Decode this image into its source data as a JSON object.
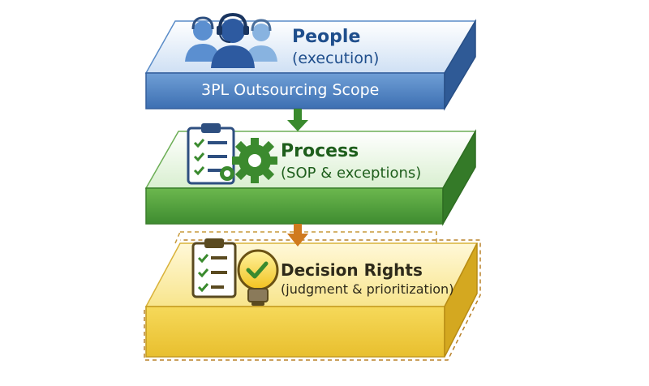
{
  "layers": {
    "people": {
      "title": "People",
      "subtitle": "(execution)"
    },
    "scope_label": "3PL Outsourcing Scope",
    "process": {
      "title": "Process",
      "subtitle": "(SOP & exceptions)"
    },
    "decision": {
      "title": "Decision Rights",
      "subtitle": "(judgment & prioritization)"
    }
  },
  "colors": {
    "blue": "#4a7fc0",
    "green": "#4a9a3c",
    "yellow": "#f3d24a",
    "arrow_green": "#3a8a2e",
    "arrow_orange": "#d07a1e"
  },
  "icons": [
    "headset-people-icon",
    "clipboard-checklist-icon",
    "gear-icon",
    "lightbulb-check-icon"
  ]
}
